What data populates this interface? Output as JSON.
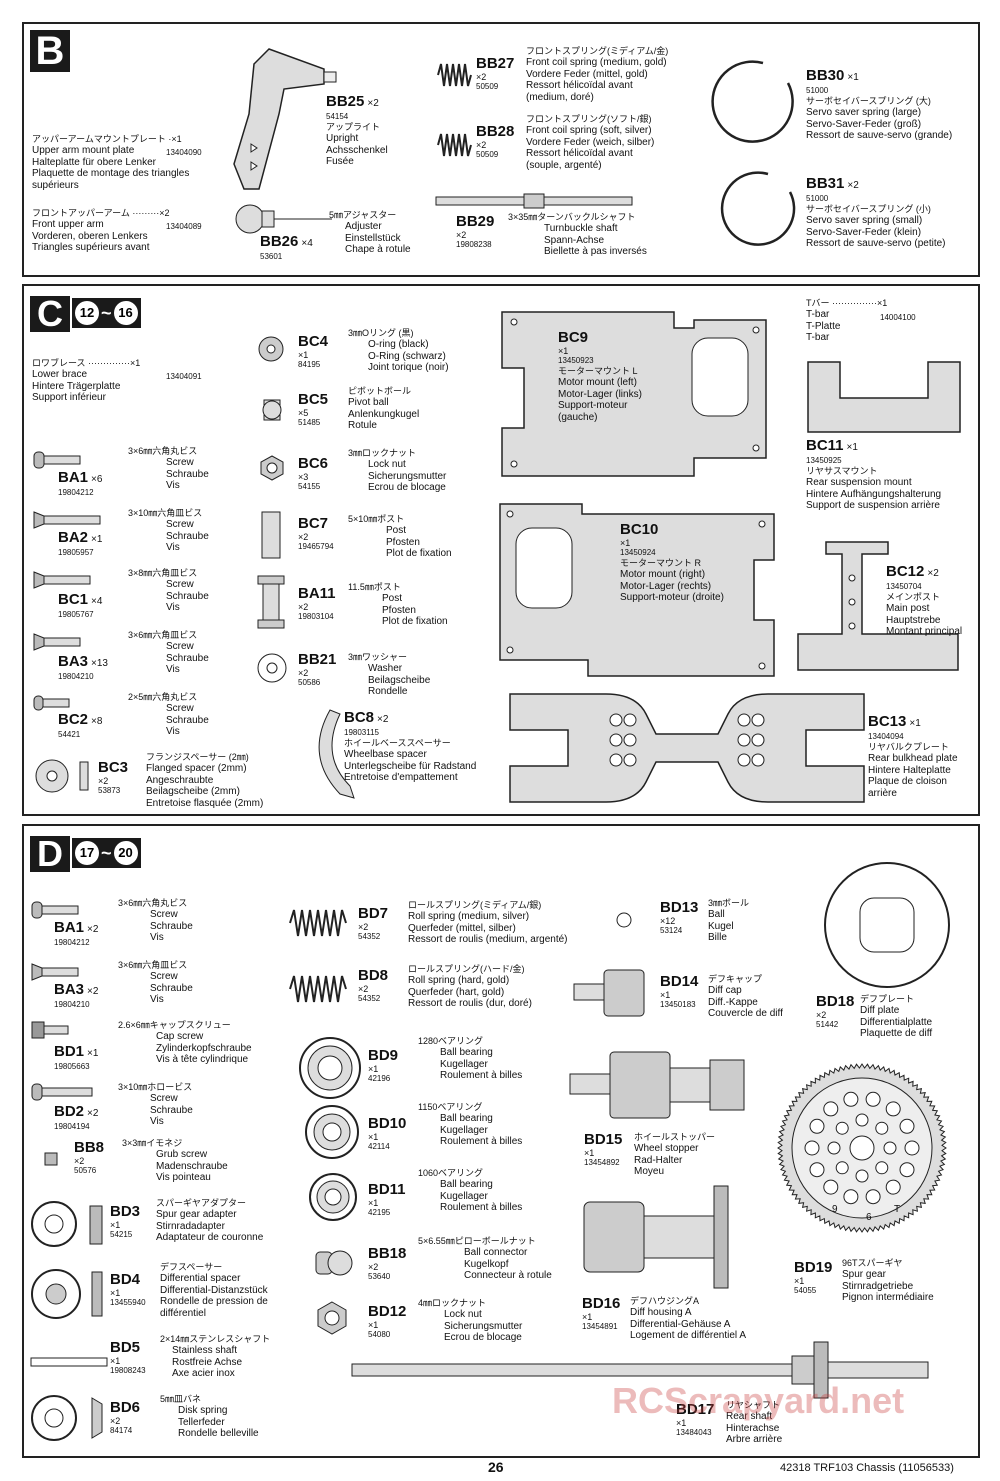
{
  "page_number": "26",
  "footer": "42318 TRF103 Chassis (11056533)",
  "watermark": "RCScrapyard.net",
  "B": {
    "letter": "B",
    "upper_plate": {
      "jp": "アッパーアームマウントプレート ·×1",
      "lines": [
        "Upper arm mount plate",
        "Halteplatte für obere Lenker",
        "Plaquette de montage des triangles",
        "supérieurs"
      ],
      "pn": "13404090"
    },
    "front_upper_arm": {
      "jp": "フロントアッパーアーム ·········×2",
      "lines": [
        "Front upper arm",
        "Vorderen, oberen Lenkers",
        "Triangles supérieurs avant"
      ],
      "pn": "13404089"
    },
    "BB25": {
      "code": "BB25",
      "qty": "×2",
      "pn": "54154",
      "jp": "アップライト",
      "lines": [
        "Upright",
        "Achsschenkel",
        "Fusée"
      ]
    },
    "BB26": {
      "code": "BB26",
      "qty": "×4",
      "pn": "53601",
      "jp": "5㎜アジャスター",
      "lines": [
        "Adjuster",
        "Einstellstück",
        "Chape à rotule"
      ]
    },
    "BB27": {
      "code": "BB27",
      "qty": "×2",
      "pn": "50509",
      "jp": "フロントスプリング(ミディアム/金)",
      "lines": [
        "Front coil spring (medium, gold)",
        "Vordere Feder (mittel, gold)",
        "Ressort hélicoïdal avant",
        "(medium, doré)"
      ]
    },
    "BB28": {
      "code": "BB28",
      "qty": "×2",
      "pn": "50509",
      "jp": "フロントスプリング(ソフト/銀)",
      "lines": [
        "Front coil spring (soft, silver)",
        "Vordere Feder (weich, silber)",
        "Ressort hélicoïdal avant",
        "(souple, argenté)"
      ]
    },
    "BB29": {
      "code": "BB29",
      "qty": "×2",
      "pn": "19808238",
      "jp": "3×35㎜ターンバックルシャフト",
      "lines": [
        "Turnbuckle shaft",
        "Spann-Achse",
        "Biellette à pas inversés"
      ]
    },
    "BB30": {
      "code": "BB30",
      "qty": "×1",
      "pn": "51000",
      "jp": "サーボセイバースプリング (大)",
      "lines": [
        "Servo saver spring (large)",
        "Servo-Saver-Feder (groß)",
        "Ressort de sauve-servo (grande)"
      ]
    },
    "BB31": {
      "code": "BB31",
      "qty": "×2",
      "pn": "51000",
      "jp": "サーボセイバースプリング (小)",
      "lines": [
        "Servo saver spring (small)",
        "Servo-Saver-Feder (klein)",
        "Ressort de sauve-servo (petite)"
      ]
    }
  },
  "C": {
    "letter": "C",
    "step_from": "12",
    "step_to": "16",
    "tilde": "~",
    "lower_brace": {
      "jp": "ロワブレース ··············×1",
      "lines": [
        "Lower brace",
        "Hintere Trägerplatte",
        "Support inférieur"
      ],
      "pn": "13404091"
    },
    "BA1": {
      "code": "BA1",
      "qty": "×6",
      "pn": "19804212",
      "jp": "3×6㎜六角丸ビス",
      "lines": [
        "Screw",
        "Schraube",
        "Vis"
      ]
    },
    "BA2": {
      "code": "BA2",
      "qty": "×1",
      "pn": "19805957",
      "jp": "3×10㎜六角皿ビス",
      "lines": [
        "Screw",
        "Schraube",
        "Vis"
      ]
    },
    "BC1": {
      "code": "BC1",
      "qty": "×4",
      "pn": "19805767",
      "jp": "3×8㎜六角皿ビス",
      "lines": [
        "Screw",
        "Schraube",
        "Vis"
      ]
    },
    "BA3": {
      "code": "BA3",
      "qty": "×13",
      "pn": "19804210",
      "jp": "3×6㎜六角皿ビス",
      "lines": [
        "Screw",
        "Schraube",
        "Vis"
      ]
    },
    "BC2": {
      "code": "BC2",
      "qty": "×8",
      "pn": "54421",
      "jp": "2×5㎜六角丸ビス",
      "lines": [
        "Screw",
        "Schraube",
        "Vis"
      ]
    },
    "BC3": {
      "code": "BC3",
      "qty": "×2",
      "pn": "53873",
      "jp": "フランジスペーサー (2㎜)",
      "lines": [
        "Flanged spacer (2mm)",
        "Angeschraubte",
        "Beilagscheibe (2mm)",
        "Entretoise flasquée (2mm)"
      ]
    },
    "BC4": {
      "code": "BC4",
      "qty": "×1",
      "pn": "84195",
      "jp": "3㎜Oリング (黒)",
      "lines": [
        "O-ring (black)",
        "O-Ring (schwarz)",
        "Joint torique (noir)"
      ]
    },
    "BC5": {
      "code": "BC5",
      "qty": "×5",
      "pn": "51485",
      "jp": "ピボットボール",
      "lines": [
        "Pivot ball",
        "Anlenkungkugel",
        "Rotule"
      ]
    },
    "BC6": {
      "code": "BC6",
      "qty": "×3",
      "pn": "54155",
      "jp": "3㎜ロックナット",
      "lines": [
        "Lock nut",
        "Sicherungsmutter",
        "Ecrou de blocage"
      ]
    },
    "BC7": {
      "code": "BC7",
      "qty": "×2",
      "pn": "19465794",
      "jp": "5×10㎜ポスト",
      "lines": [
        "Post",
        "Pfosten",
        "Plot de fixation"
      ]
    },
    "BA11": {
      "code": "BA11",
      "qty": "×2",
      "pn": "19803104",
      "jp": "11.5㎜ポスト",
      "lines": [
        "Post",
        "Pfosten",
        "Plot de fixation"
      ]
    },
    "BB21": {
      "code": "BB21",
      "qty": "×2",
      "pn": "50586",
      "jp": "3㎜ワッシャー",
      "lines": [
        "Washer",
        "Beilagscheibe",
        "Rondelle"
      ]
    },
    "BC8": {
      "code": "BC8",
      "qty": "×2",
      "pn": "19803115",
      "jp": "ホイールベーススペーサー",
      "lines": [
        "Wheelbase spacer",
        "Unterlegscheibe für Radstand",
        "Entretoise d'empattement"
      ]
    },
    "BC9": {
      "code": "BC9",
      "qty": "×1",
      "pn": "13450923",
      "jp": "モーターマウント L",
      "lines": [
        "Motor mount (left)",
        "Motor-Lager (links)",
        "Support-moteur",
        "(gauche)"
      ]
    },
    "BC10": {
      "code": "BC10",
      "qty": "×1",
      "pn": "13450924",
      "jp": "モーターマウント R",
      "lines": [
        "Motor mount (right)",
        "Motor-Lager (rechts)",
        "Support-moteur (droite)"
      ]
    },
    "tbar": {
      "jp": "Tバー ···············×1",
      "lines": [
        "T-bar",
        "T-Platte",
        "T-bar"
      ],
      "pn": "14004100"
    },
    "BC11": {
      "code": "BC11",
      "qty": "×1",
      "pn": "13450925",
      "jp": "リヤサスマウント",
      "lines": [
        "Rear suspension mount",
        "Hintere Aufhängungshalterung",
        "Support de suspension arrière"
      ]
    },
    "BC12": {
      "code": "BC12",
      "qty": "×2",
      "pn": "13450704",
      "jp": "メインポスト",
      "lines": [
        "Main post",
        "Hauptstrebe",
        "Montant principal"
      ]
    },
    "BC13": {
      "code": "BC13",
      "qty": "×1",
      "pn": "13404094",
      "jp": "リヤバルクプレート",
      "lines": [
        "Rear bulkhead plate",
        "Hintere Halteplatte",
        "Plaque de cloison",
        "arrière"
      ]
    }
  },
  "D": {
    "letter": "D",
    "step_from": "17",
    "step_to": "20",
    "tilde": "~",
    "BA1": {
      "code": "BA1",
      "qty": "×2",
      "pn": "19804212",
      "jp": "3×6㎜六角丸ビス",
      "lines": [
        "Screw",
        "Schraube",
        "Vis"
      ]
    },
    "BA3": {
      "code": "BA3",
      "qty": "×2",
      "pn": "19804210",
      "jp": "3×6㎜六角皿ビス",
      "lines": [
        "Screw",
        "Schraube",
        "Vis"
      ]
    },
    "BD1": {
      "code": "BD1",
      "qty": "×1",
      "pn": "19805663",
      "jp": "2.6×6㎜キャップスクリュー",
      "lines": [
        "Cap screw",
        "Zylinderkopfschraube",
        "Vis à tête cylindrique"
      ]
    },
    "BD2": {
      "code": "BD2",
      "qty": "×2",
      "pn": "19804194",
      "jp": "3×10㎜ホロービス",
      "lines": [
        "Screw",
        "Schraube",
        "Vis"
      ]
    },
    "BB8": {
      "code": "BB8",
      "qty": "×2",
      "pn": "50576",
      "jp": "3×3㎜イモネジ",
      "lines": [
        "Grub screw",
        "Madenschraube",
        "Vis pointeau"
      ]
    },
    "BD3": {
      "code": "BD3",
      "qty": "×1",
      "pn": "54215",
      "jp": "スパーギヤアダプター",
      "lines": [
        "Spur gear adapter",
        "Stirnradadapter",
        "Adaptateur de couronne"
      ]
    },
    "BD4": {
      "code": "BD4",
      "qty": "×1",
      "pn": "13455940",
      "jp": "デフスペーサー",
      "lines": [
        "Differential spacer",
        "Differential-Distanzstück",
        "Rondelle de pression de",
        "différentiel"
      ]
    },
    "BD5": {
      "code": "BD5",
      "qty": "×1",
      "pn": "19808243",
      "jp": "2×14㎜ステンレスシャフト",
      "lines": [
        "Stainless shaft",
        "Rostfreie Achse",
        "Axe acier inox"
      ]
    },
    "BD6": {
      "code": "BD6",
      "qty": "×2",
      "pn": "84174",
      "jp": "5㎜皿バネ",
      "lines": [
        "Disk spring",
        "Tellerfeder",
        "Rondelle belleville"
      ]
    },
    "BD7": {
      "code": "BD7",
      "qty": "×2",
      "pn": "54352",
      "jp": "ロールスプリング(ミディアム/銀)",
      "lines": [
        "Roll spring (medium, silver)",
        "Querfeder (mittel, silber)",
        "Ressort de roulis (medium, argenté)"
      ]
    },
    "BD8": {
      "code": "BD8",
      "qty": "×2",
      "pn": "54352",
      "jp": "ロールスプリング(ハード/金)",
      "lines": [
        "Roll spring (hard, gold)",
        "Querfeder (hart, gold)",
        "Ressort de roulis (dur, doré)"
      ]
    },
    "BD9": {
      "code": "BD9",
      "qty": "×1",
      "pn": "42196",
      "jp": "1280ベアリング",
      "lines": [
        "Ball bearing",
        "Kugellager",
        "Roulement à billes"
      ]
    },
    "BD10": {
      "code": "BD10",
      "qty": "×1",
      "pn": "42114",
      "jp": "1150ベアリング",
      "lines": [
        "Ball bearing",
        "Kugellager",
        "Roulement à billes"
      ]
    },
    "BD11": {
      "code": "BD11",
      "qty": "×1",
      "pn": "42195",
      "jp": "1060ベアリング",
      "lines": [
        "Ball bearing",
        "Kugellager",
        "Roulement à billes"
      ]
    },
    "BB18": {
      "code": "BB18",
      "qty": "×2",
      "pn": "53640",
      "jp": "5×6.55㎜ピローボールナット",
      "lines": [
        "Ball connector",
        "Kugelkopf",
        "Connecteur à rotule"
      ]
    },
    "BD12": {
      "code": "BD12",
      "qty": "×1",
      "pn": "54080",
      "jp": "4㎜ロックナット",
      "lines": [
        "Lock nut",
        "Sicherungsmutter",
        "Ecrou de blocage"
      ]
    },
    "BD13": {
      "code": "BD13",
      "qty": "×12",
      "pn": "53124",
      "jp": "3㎜ボール",
      "lines": [
        "Ball",
        "Kugel",
        "Bille"
      ]
    },
    "BD14": {
      "code": "BD14",
      "qty": "×1",
      "pn": "13450183",
      "jp": "デフキャップ",
      "lines": [
        "Diff cap",
        "Diff.-Kappe",
        "Couvercle de diff"
      ]
    },
    "BD15": {
      "code": "BD15",
      "qty": "×1",
      "pn": "13454892",
      "jp": "ホイールストッパー",
      "lines": [
        "Wheel stopper",
        "Rad-Halter",
        "Moyeu"
      ]
    },
    "BD16": {
      "code": "BD16",
      "qty": "×1",
      "pn": "13454891",
      "jp": "デフハウジングA",
      "lines": [
        "Diff housing A",
        "Differential-Gehäuse A",
        "Logement de différentiel A"
      ]
    },
    "BD17": {
      "code": "BD17",
      "qty": "×1",
      "pn": "13484043",
      "jp": "リヤシャフト",
      "lines": [
        "Rear shaft",
        "Hinterachse",
        "Arbre arrière"
      ]
    },
    "BD18": {
      "code": "BD18",
      "qty": "×2",
      "pn": "51442",
      "jp": "デフプレート",
      "lines": [
        "Diff plate",
        "Differentialplatte",
        "Plaquette de diff"
      ]
    },
    "BD19": {
      "code": "BD19",
      "qty": "×1",
      "pn": "54055",
      "jp": "96Tスパーギヤ",
      "lines": [
        "Spur gear",
        "Stirnradgetriebe",
        "Pignon intermédiaire"
      ]
    },
    "gear_numbers": [
      "9",
      "6",
      "T"
    ]
  }
}
